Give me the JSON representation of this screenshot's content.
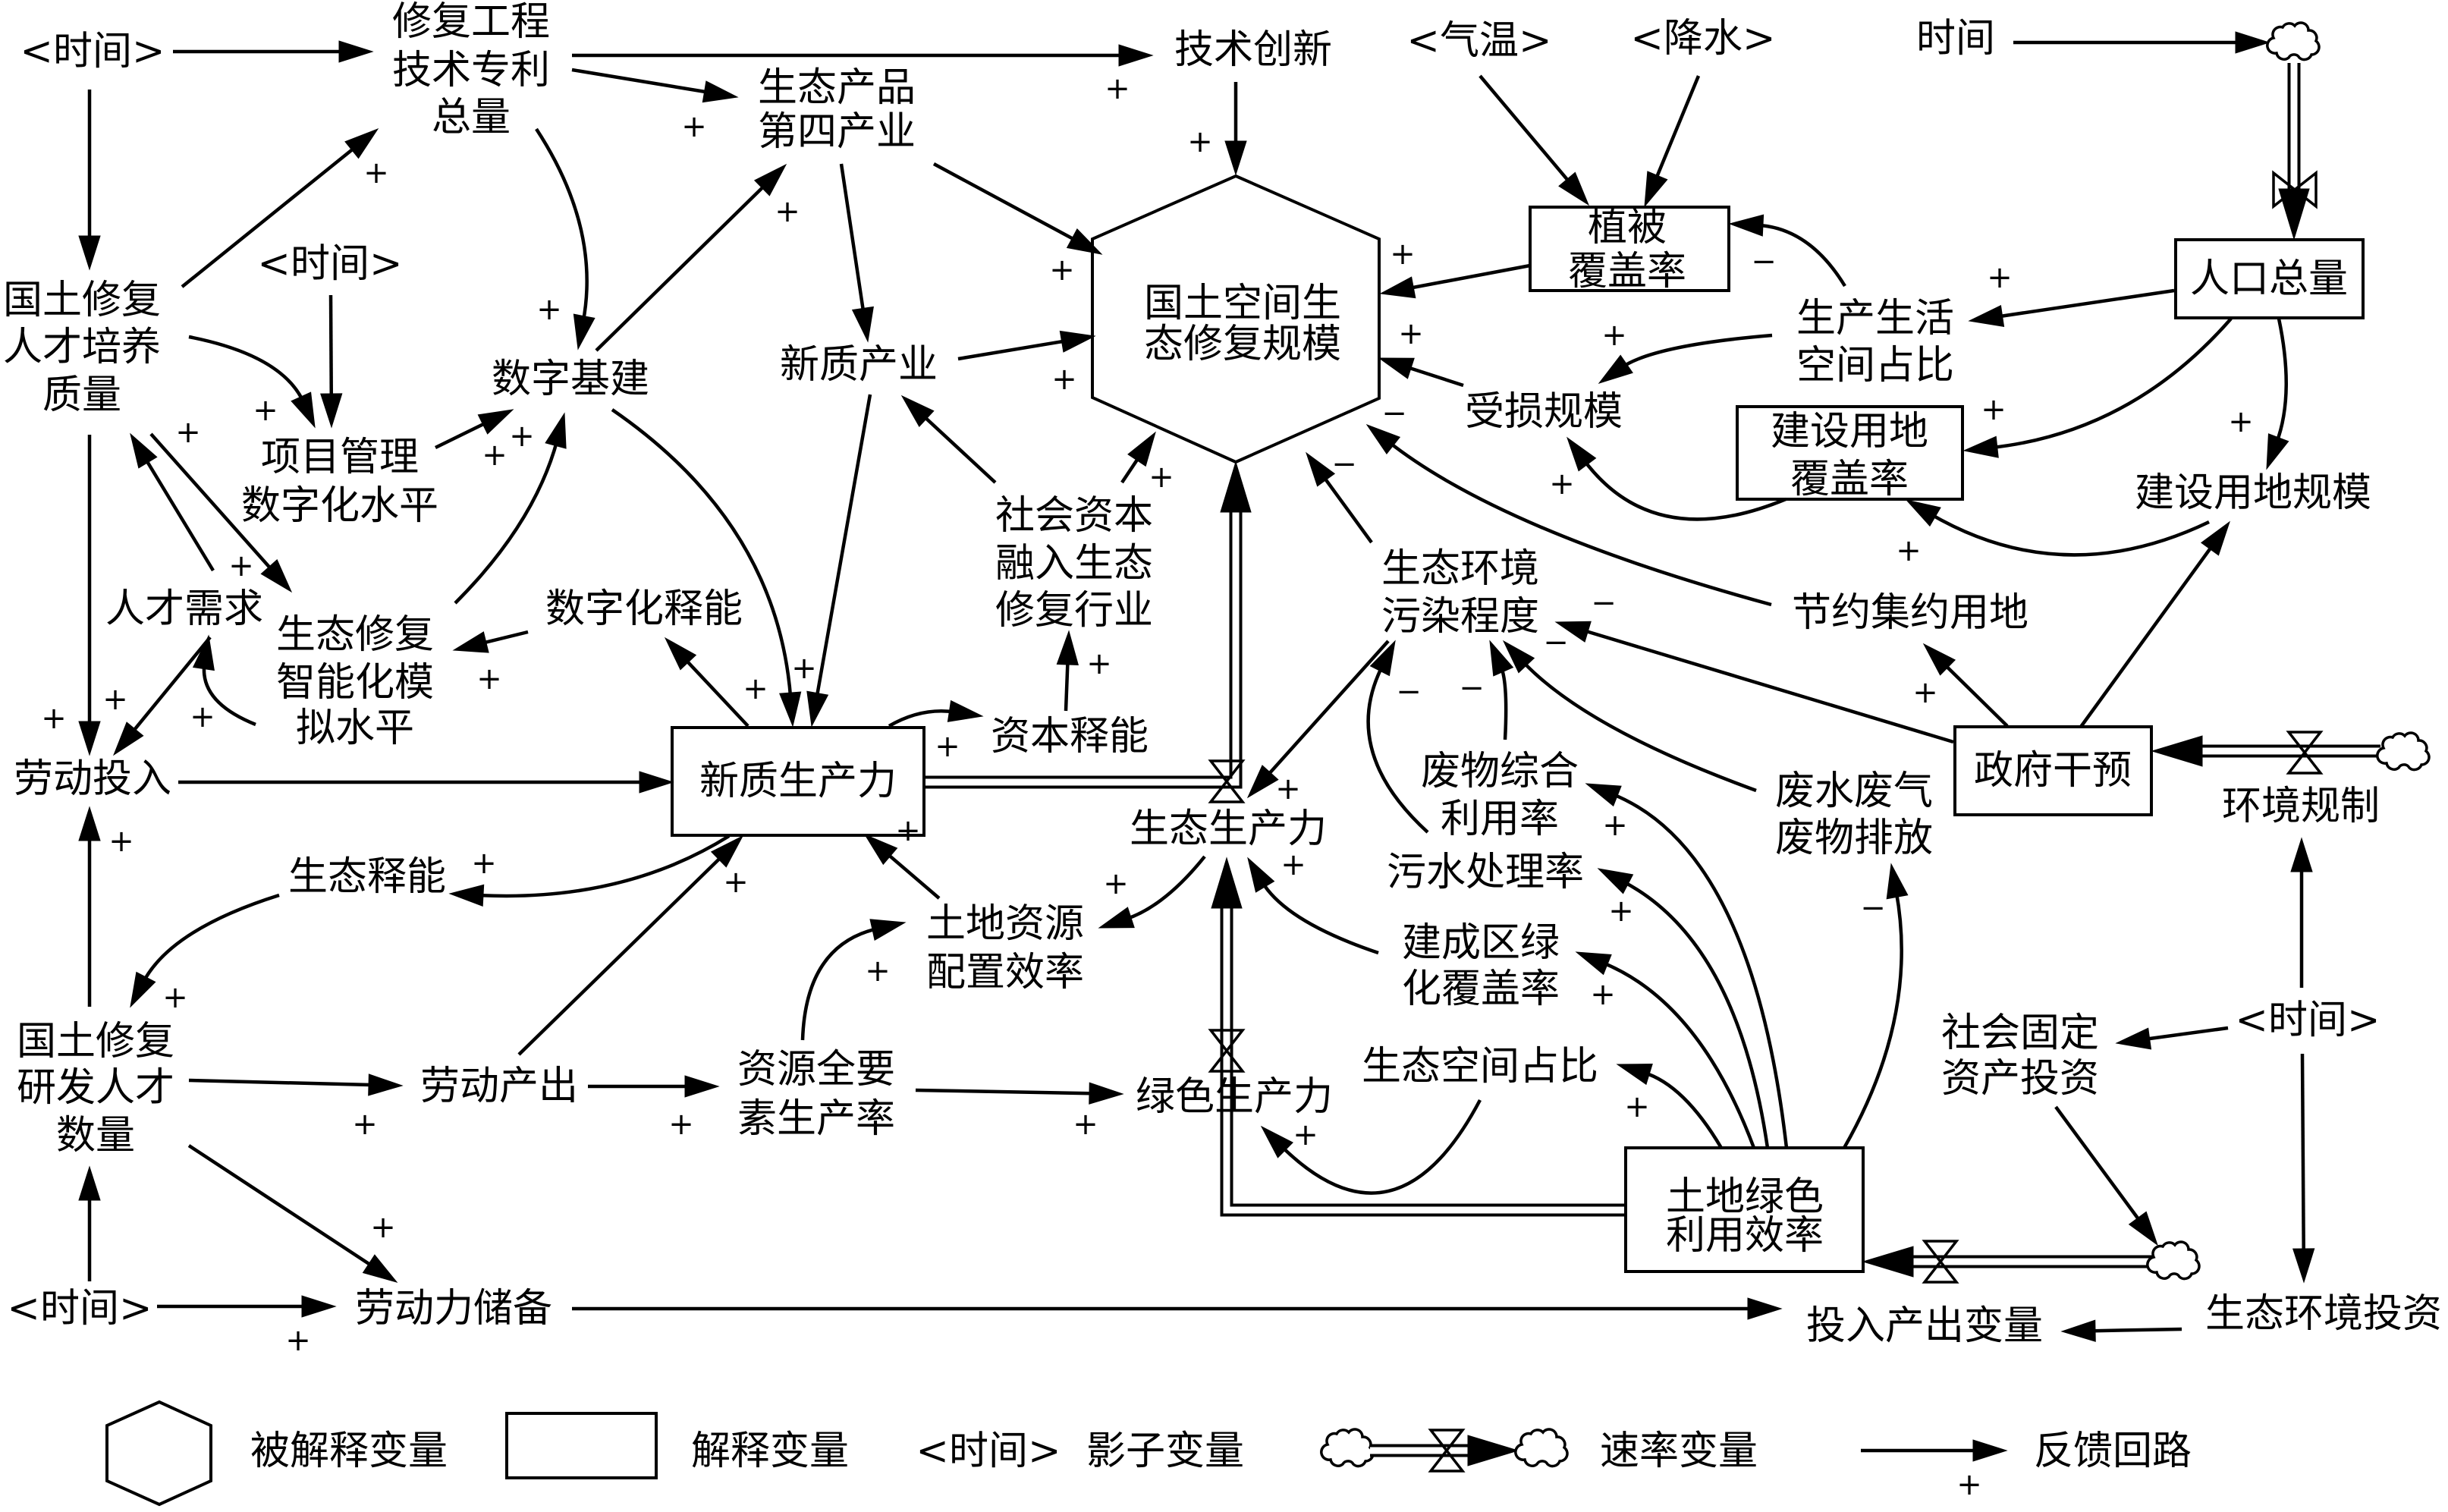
{
  "nodes": [
    {
      "id": "t1",
      "kind": "shadow",
      "lines": [
        "<时间>"
      ]
    },
    {
      "id": "patents",
      "kind": "auxiliary",
      "lines": [
        "修复工程",
        "技术专利",
        "总量"
      ]
    },
    {
      "id": "ecoprod",
      "kind": "auxiliary",
      "lines": [
        "生态产品",
        "第四产业"
      ]
    },
    {
      "id": "techinno",
      "kind": "auxiliary",
      "lines": [
        "技术创新"
      ]
    },
    {
      "id": "temp",
      "kind": "shadow",
      "lines": [
        "<气温>"
      ]
    },
    {
      "id": "precip",
      "kind": "shadow",
      "lines": [
        "<降水>"
      ]
    },
    {
      "id": "time",
      "kind": "auxiliary",
      "lines": [
        "时间"
      ]
    },
    {
      "id": "talentq",
      "kind": "auxiliary",
      "lines": [
        "国土修复",
        "人才培养",
        "质量"
      ]
    },
    {
      "id": "t2",
      "kind": "shadow",
      "lines": [
        "<时间>"
      ]
    },
    {
      "id": "digital",
      "kind": "auxiliary",
      "lines": [
        "数字基建"
      ]
    },
    {
      "id": "newind",
      "kind": "auxiliary",
      "lines": [
        "新质产业"
      ]
    },
    {
      "id": "target",
      "kind": "explained",
      "lines": [
        "国土空间生",
        "态修复规模"
      ]
    },
    {
      "id": "veg",
      "kind": "stock",
      "lines": [
        "植被",
        "覆盖率"
      ]
    },
    {
      "id": "pop",
      "kind": "stock",
      "lines": [
        "人口总量"
      ]
    },
    {
      "id": "prodlife",
      "kind": "auxiliary",
      "lines": [
        "生产生活",
        "空间占比"
      ]
    },
    {
      "id": "damage",
      "kind": "auxiliary",
      "lines": [
        "受损规模"
      ]
    },
    {
      "id": "landcov",
      "kind": "stock",
      "lines": [
        "建设用地",
        "覆盖率"
      ]
    },
    {
      "id": "landscale",
      "kind": "auxiliary",
      "lines": [
        "建设用地规模"
      ]
    },
    {
      "id": "pmdigital",
      "kind": "auxiliary",
      "lines": [
        "项目管理",
        "数字化水平"
      ]
    },
    {
      "id": "talentdemand",
      "kind": "auxiliary",
      "lines": [
        "人才需求"
      ]
    },
    {
      "id": "ecosmart",
      "kind": "auxiliary",
      "lines": [
        "生态修复",
        "智能化模",
        "拟水平"
      ]
    },
    {
      "id": "digitalrel",
      "kind": "auxiliary",
      "lines": [
        "数字化释能"
      ]
    },
    {
      "id": "labor",
      "kind": "auxiliary",
      "lines": [
        "劳动投入"
      ]
    },
    {
      "id": "nqpf",
      "kind": "stock",
      "lines": [
        "新质生产力"
      ]
    },
    {
      "id": "socialcap",
      "kind": "auxiliary",
      "lines": [
        "社会资本",
        "融入生态",
        "修复行业"
      ]
    },
    {
      "id": "caprel",
      "kind": "auxiliary",
      "lines": [
        "资本释能"
      ]
    },
    {
      "id": "pollution",
      "kind": "auxiliary",
      "lines": [
        "生态环境",
        "污染程度"
      ]
    },
    {
      "id": "saving",
      "kind": "auxiliary",
      "lines": [
        "节约集约用地"
      ]
    },
    {
      "id": "ecopf",
      "kind": "rate",
      "lines": [
        "生态生产力"
      ]
    },
    {
      "id": "waste",
      "kind": "auxiliary",
      "lines": [
        "废物综合",
        "利用率"
      ]
    },
    {
      "id": "sewage",
      "kind": "auxiliary",
      "lines": [
        "污水处理率"
      ]
    },
    {
      "id": "emission",
      "kind": "auxiliary",
      "lines": [
        "废水废气",
        "废物排放"
      ]
    },
    {
      "id": "gov",
      "kind": "stock",
      "lines": [
        "政府干预"
      ]
    },
    {
      "id": "envreg",
      "kind": "rate",
      "lines": [
        "环境规制"
      ]
    },
    {
      "id": "ecorel",
      "kind": "auxiliary",
      "lines": [
        "生态释能"
      ]
    },
    {
      "id": "landalloc",
      "kind": "auxiliary",
      "lines": [
        "土地资源",
        "配置效率"
      ]
    },
    {
      "id": "greencov",
      "kind": "auxiliary",
      "lines": [
        "建成区绿",
        "化覆盖率"
      ]
    },
    {
      "id": "rdtalent",
      "kind": "auxiliary",
      "lines": [
        "国土修复",
        "研发人才",
        "数量"
      ]
    },
    {
      "id": "laborout",
      "kind": "auxiliary",
      "lines": [
        "劳动产出"
      ]
    },
    {
      "id": "tfp",
      "kind": "auxiliary",
      "lines": [
        "资源全要",
        "素生产率"
      ]
    },
    {
      "id": "greenpf",
      "kind": "rate",
      "lines": [
        "绿色生产力"
      ]
    },
    {
      "id": "ecospace",
      "kind": "auxiliary",
      "lines": [
        "生态空间占比"
      ]
    },
    {
      "id": "fixinv",
      "kind": "auxiliary",
      "lines": [
        "社会固定",
        "资产投资"
      ]
    },
    {
      "id": "t3",
      "kind": "shadow",
      "lines": [
        "<时间>"
      ]
    },
    {
      "id": "landgreen",
      "kind": "stock",
      "lines": [
        "土地绿色",
        "利用效率"
      ]
    },
    {
      "id": "t4",
      "kind": "shadow",
      "lines": [
        "<时间>"
      ]
    },
    {
      "id": "laborres",
      "kind": "auxiliary",
      "lines": [
        "劳动力储备"
      ]
    },
    {
      "id": "iovar",
      "kind": "auxiliary",
      "lines": [
        "投入产出变量"
      ]
    },
    {
      "id": "ecoinv",
      "kind": "auxiliary",
      "lines": [
        "生态环境投资"
      ]
    }
  ],
  "links": [
    {
      "id": "L1",
      "from": "t1",
      "to": "patents",
      "polarity": ""
    },
    {
      "id": "L2",
      "from": "t1",
      "to": "talentq",
      "polarity": ""
    },
    {
      "id": "L3",
      "from": "patents",
      "to": "techinno",
      "polarity": "+"
    },
    {
      "id": "L4",
      "from": "patents",
      "to": "ecoprod",
      "polarity": "+"
    },
    {
      "id": "L5",
      "from": "patents",
      "to": "digital",
      "polarity": "+"
    },
    {
      "id": "L6",
      "from": "talentq",
      "to": "patents",
      "polarity": "+"
    },
    {
      "id": "L7",
      "from": "talentq",
      "to": "pmdigital",
      "polarity": "+"
    },
    {
      "id": "L8",
      "from": "t2",
      "to": "pmdigital",
      "polarity": ""
    },
    {
      "id": "L9",
      "from": "pmdigital",
      "to": "digital",
      "polarity": "+"
    },
    {
      "id": "L10",
      "from": "ecosmart",
      "to": "digital",
      "polarity": "+"
    },
    {
      "id": "L11",
      "from": "digital",
      "to": "ecoprod",
      "polarity": "+"
    },
    {
      "id": "L12",
      "from": "digital",
      "to": "nqpf",
      "polarity": "+"
    },
    {
      "id": "L13",
      "from": "newind",
      "to": "nqpf",
      "polarity": "+"
    },
    {
      "id": "L14",
      "from": "ecoprod",
      "to": "newind",
      "polarity": ""
    },
    {
      "id": "L15",
      "from": "ecoprod",
      "to": "target",
      "polarity": "+"
    },
    {
      "id": "L16",
      "from": "techinno",
      "to": "target",
      "polarity": "+"
    },
    {
      "id": "L17",
      "from": "newind",
      "to": "target",
      "polarity": "+"
    },
    {
      "id": "L18",
      "from": "socialcap",
      "to": "newind",
      "polarity": ""
    },
    {
      "id": "L19",
      "from": "socialcap",
      "to": "target",
      "polarity": "+"
    },
    {
      "id": "L20",
      "from": "caprel",
      "to": "socialcap",
      "polarity": "+"
    },
    {
      "id": "L21",
      "from": "nqpf",
      "to": "caprel",
      "polarity": "+"
    },
    {
      "id": "L22",
      "from": "nqpf",
      "to": "digitalrel",
      "polarity": ""
    },
    {
      "id": "L23",
      "from": "digitalrel",
      "to": "ecosmart",
      "polarity": "+"
    },
    {
      "id": "L24",
      "from": "talentdemand",
      "to": "talentq",
      "polarity": "+"
    },
    {
      "id": "L25",
      "from": "talentq",
      "to": "ecosmart",
      "polarity": "+"
    },
    {
      "id": "L26",
      "from": "talentdemand",
      "to": "labor",
      "polarity": "+"
    },
    {
      "id": "L27",
      "from": "ecosmart",
      "to": "talentdemand",
      "polarity": "+"
    },
    {
      "id": "L28",
      "from": "talentq",
      "to": "labor",
      "polarity": "+"
    },
    {
      "id": "L29",
      "from": "labor",
      "to": "nqpf",
      "polarity": ""
    },
    {
      "id": "L30",
      "from": "rdtalent",
      "to": "labor",
      "polarity": "+"
    },
    {
      "id": "L31",
      "from": "nqpf",
      "to": "ecorel",
      "polarity": "+"
    },
    {
      "id": "L32",
      "from": "ecorel",
      "to": "rdtalent",
      "polarity": "+"
    },
    {
      "id": "L33",
      "from": "laborout",
      "to": "nqpf",
      "polarity": "+"
    },
    {
      "id": "L34",
      "from": "rdtalent",
      "to": "laborout",
      "polarity": "+"
    },
    {
      "id": "L35",
      "from": "laborout",
      "to": "tfp",
      "polarity": "+"
    },
    {
      "id": "L36",
      "from": "rdtalent",
      "to": "laborres",
      "polarity": "+"
    },
    {
      "id": "L37",
      "from": "t4",
      "to": "rdtalent",
      "polarity": ""
    },
    {
      "id": "L38",
      "from": "t4",
      "to": "laborres",
      "polarity": "+"
    },
    {
      "id": "L39",
      "from": "laborres",
      "to": "iovar",
      "polarity": ""
    },
    {
      "id": "L40",
      "from": "tfp",
      "to": "landalloc",
      "polarity": "+"
    },
    {
      "id": "L41",
      "from": "tfp",
      "to": "greenpf",
      "polarity": "+"
    },
    {
      "id": "L42",
      "from": "landalloc",
      "to": "nqpf",
      "polarity": "+"
    },
    {
      "id": "L43",
      "from": "ecopf",
      "to": "landalloc",
      "polarity": "+"
    },
    {
      "id": "L44",
      "from": "pollution",
      "to": "ecopf",
      "polarity": "+"
    },
    {
      "id": "L45",
      "from": "greencov",
      "to": "ecopf",
      "polarity": "+"
    },
    {
      "id": "L46",
      "from": "pollution",
      "to": "target",
      "polarity": "−"
    },
    {
      "id": "L47",
      "from": "saving",
      "to": "target",
      "polarity": "−"
    },
    {
      "id": "L48",
      "from": "damage",
      "to": "target",
      "polarity": "+"
    },
    {
      "id": "L49",
      "from": "veg",
      "to": "target",
      "polarity": "+"
    },
    {
      "id": "L50",
      "from": "temp",
      "to": "veg",
      "polarity": ""
    },
    {
      "id": "L51",
      "from": "precip",
      "to": "veg",
      "polarity": ""
    },
    {
      "id": "L52",
      "from": "time",
      "to": "pop-source-cloud",
      "polarity": ""
    },
    {
      "id": "L53",
      "from": "pop",
      "to": "prodlife",
      "polarity": "+"
    },
    {
      "id": "L54",
      "from": "prodlife",
      "to": "veg",
      "polarity": "−"
    },
    {
      "id": "L55",
      "from": "prodlife",
      "to": "damage",
      "polarity": "+"
    },
    {
      "id": "L56",
      "from": "pop",
      "to": "landcov",
      "polarity": "+"
    },
    {
      "id": "L57",
      "from": "pop",
      "to": "landscale",
      "polarity": "+"
    },
    {
      "id": "L58",
      "from": "landcov",
      "to": "damage",
      "polarity": "+"
    },
    {
      "id": "L59",
      "from": "landscale",
      "to": "landcov",
      "polarity": "+"
    },
    {
      "id": "L60",
      "from": "gov",
      "to": "landscale",
      "polarity": ""
    },
    {
      "id": "L61",
      "from": "gov",
      "to": "saving",
      "polarity": "+"
    },
    {
      "id": "L62",
      "from": "gov",
      "to": "pollution",
      "polarity": "−"
    },
    {
      "id": "L63",
      "from": "waste",
      "to": "pollution",
      "polarity": "−"
    },
    {
      "id": "L64",
      "from": "sewage",
      "to": "pollution",
      "polarity": "−"
    },
    {
      "id": "L65",
      "from": "emission",
      "to": "pollution",
      "polarity": "−"
    },
    {
      "id": "L66",
      "from": "landgreen",
      "to": "waste",
      "polarity": "+"
    },
    {
      "id": "L67",
      "from": "landgreen",
      "to": "sewage",
      "polarity": "+"
    },
    {
      "id": "L68",
      "from": "landgreen",
      "to": "greencov",
      "polarity": "+"
    },
    {
      "id": "L69",
      "from": "landgreen",
      "to": "ecospace",
      "polarity": "+"
    },
    {
      "id": "L70",
      "from": "landgreen",
      "to": "emission",
      "polarity": "−"
    },
    {
      "id": "L71",
      "from": "ecospace",
      "to": "greenpf",
      "polarity": "+"
    },
    {
      "id": "L72",
      "from": "t3",
      "to": "envreg",
      "polarity": ""
    },
    {
      "id": "L73",
      "from": "t3",
      "to": "fixinv",
      "polarity": ""
    },
    {
      "id": "L74",
      "from": "t3",
      "to": "ecoinv",
      "polarity": ""
    },
    {
      "id": "L75",
      "from": "fixinv",
      "to": "landgreen-source-cloud",
      "polarity": ""
    },
    {
      "id": "L76",
      "from": "ecoinv",
      "to": "iovar",
      "polarity": ""
    }
  ],
  "flows": [
    {
      "id": "F1",
      "from": "pop-source-cloud",
      "to": "pop",
      "valve": ""
    },
    {
      "id": "F2",
      "from": "nqpf",
      "to": "target",
      "valve": "ecopf"
    },
    {
      "id": "F3",
      "from": "landgreen",
      "to": "ecopf",
      "valve": "greenpf"
    },
    {
      "id": "F4",
      "from": "gov-source-cloud",
      "to": "gov",
      "valve": "envreg"
    },
    {
      "id": "F5",
      "from": "landgreen-source-cloud",
      "to": "landgreen",
      "valve": ""
    }
  ],
  "legend": [
    {
      "symbol": "hexagon",
      "label": "被解释变量"
    },
    {
      "symbol": "rectangle",
      "label": "解释变量"
    },
    {
      "symbol": "shadow",
      "sample": "<时间>",
      "label": "影子变量"
    },
    {
      "symbol": "rate-flow",
      "label": "速率变量"
    },
    {
      "symbol": "arrow",
      "polarity": "+",
      "label": "反馈回路"
    }
  ]
}
